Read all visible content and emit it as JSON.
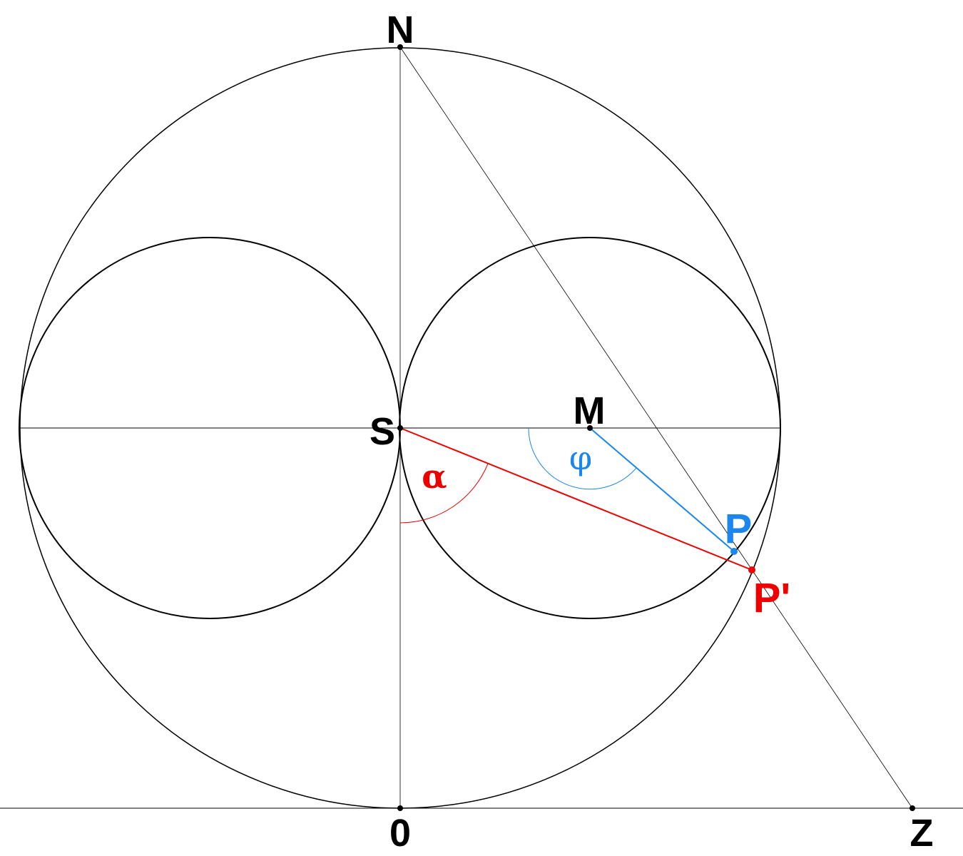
{
  "colors": {
    "stroke": "#000000",
    "red": "#ee0000",
    "blue": "#1a86ee",
    "background": "#ffffff"
  },
  "labels": {
    "north": "N",
    "south_pole": "S",
    "center": "M",
    "point": "P",
    "projected_point": "P'",
    "origin": "0",
    "z_point": "Z",
    "angle_alpha": "α",
    "angle_phi": "φ"
  }
}
